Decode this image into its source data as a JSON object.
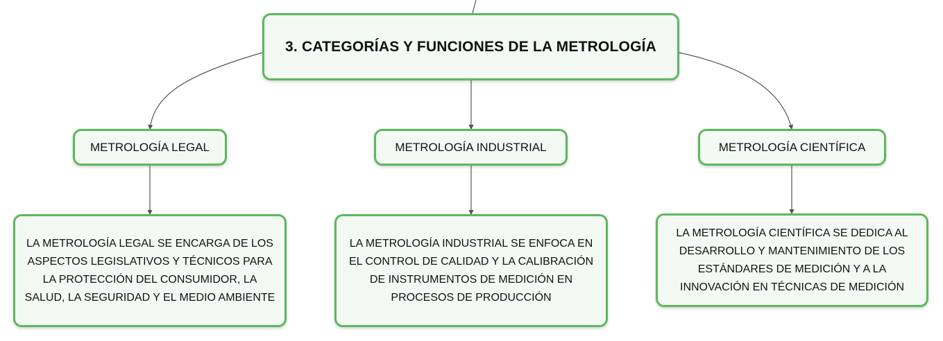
{
  "root": {
    "title": "3. CATEGORÍAS Y FUNCIONES DE LA METROLOGÍA"
  },
  "categories": [
    {
      "label": "METROLOGÍA LEGAL",
      "description": "LA METROLOGÍA LEGAL SE ENCARGA DE LOS ASPECTOS LEGISLATIVOS Y TÉCNICOS PARA LA PROTECCIÓN DEL CONSUMIDOR, LA SALUD, LA SEGURIDAD Y EL MEDIO AMBIENTE"
    },
    {
      "label": "METROLOGÍA INDUSTRIAL",
      "description": "LA METROLOGÍA INDUSTRIAL SE ENFOCA EN EL CONTROL DE CALIDAD Y LA CALIBRACIÓN DE INSTRUMENTOS DE MEDICIÓN EN PROCESOS DE PRODUCCIÓN"
    },
    {
      "label": "METROLOGÍA CIENTÍFICA",
      "description": "LA METROLOGÍA CIENTÍFICA SE DEDICA AL DESARROLLO Y MANTENIMIENTO DE LOS ESTÁNDARES DE MEDICIÓN Y A LA INNOVACIÓN EN TÉCNICAS DE MEDICIÓN"
    }
  ],
  "colors": {
    "node_border": "#5cb85c",
    "node_fill": "#f3faf3",
    "connector": "#555555"
  }
}
